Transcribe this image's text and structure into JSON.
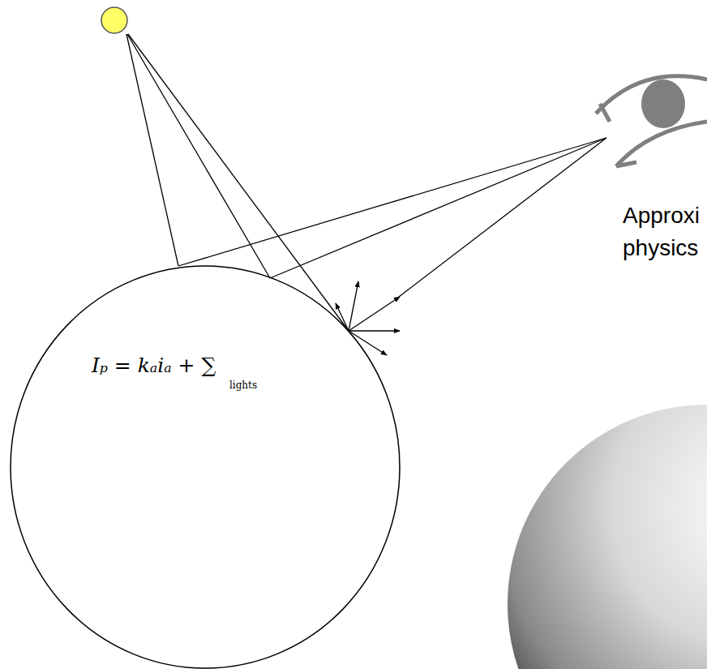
{
  "diagram": {
    "labels": [
      "Approxi physics",
      "Iₚ = kₐiₐ + ∑",
      "lights"
    ]
  }
}
